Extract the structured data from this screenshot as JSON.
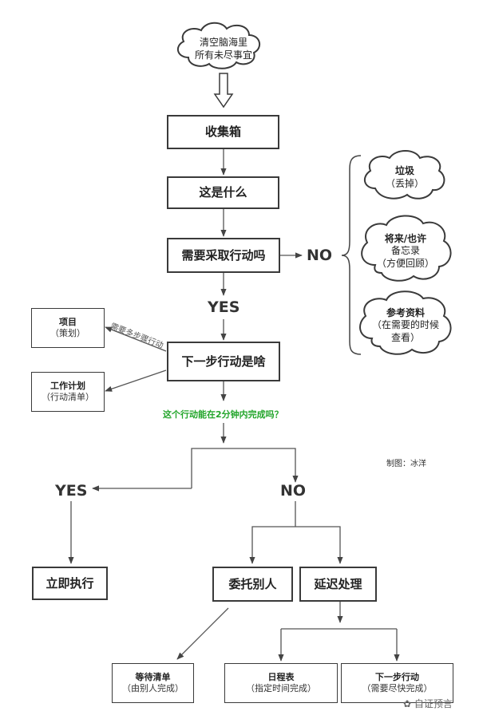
{
  "start_cloud": {
    "line1": "清空脑海里",
    "line2": "所有未尽事宜"
  },
  "main_flow": {
    "inbox": "收集箱",
    "what_is_it": "这是什么",
    "actionable": "需要采取行动吗",
    "no_label": "NO",
    "yes_label": "YES",
    "next_action": "下一步行动是啥"
  },
  "non_actionable": [
    {
      "title": "垃圾",
      "lines": [
        "（丢掉）"
      ]
    },
    {
      "title": "将来/也许",
      "lines": [
        "备忘录",
        "（方便回顾）"
      ]
    },
    {
      "title": "参考资料",
      "lines": [
        "（在需要的时候",
        "查看）"
      ]
    }
  ],
  "projects": {
    "project": {
      "title": "项目",
      "sub": "（策划）"
    },
    "work_plan": {
      "title": "工作计划",
      "sub": "（行动清单）"
    },
    "multi_step_label": "需要多步骤行动"
  },
  "two_minute": {
    "question": "这个行动能在2分钟内完成吗？",
    "yes_label": "YES",
    "no_label": "NO",
    "do_now": "立即执行",
    "delegate": "委托别人",
    "defer": "延迟处理"
  },
  "outcomes": {
    "waiting": {
      "title": "等待清单",
      "sub": "（由别人完成）"
    },
    "calendar": {
      "title": "日程表",
      "sub": "（指定时间完成）"
    },
    "next_actions": {
      "title": "下一步行动",
      "sub": "（需要尽快完成）"
    }
  },
  "credit": "制图：冰洋",
  "watermark": "自证预言"
}
